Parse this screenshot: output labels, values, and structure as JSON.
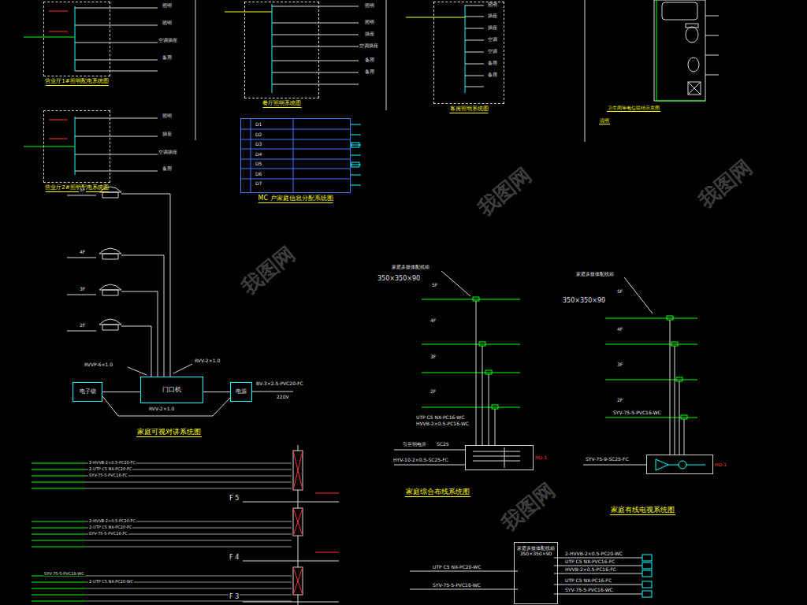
{
  "diagram": {
    "nodes": [
      {
        "text": [
          "营业厅1#照明配电系统图"
        ]
      },
      {
        "text": [
          "营业厅2#照明配电系统图"
        ]
      },
      {
        "text": [
          "餐厅照明系统图"
        ]
      },
      {
        "text": [
          "客房照明系统图"
        ]
      },
      {
        "text": [
          "MC 户家庭信息分配系统图"
        ]
      },
      {
        "text": [
          "电子锁"
        ]
      },
      {
        "text": [
          "门口机"
        ]
      },
      {
        "text": [
          "电源"
        ]
      },
      {
        "text": [
          "HD-1"
        ]
      },
      {
        "text": [
          "HD-1"
        ]
      },
      {
        "text": [
          "家庭多媒体配线箱",
          "350×350×90"
        ]
      }
    ],
    "edges": [
      {
        "from": 5,
        "to": 6,
        "arrow": "none"
      },
      {
        "from": 6,
        "to": 7,
        "arrow": "none"
      }
    ],
    "labels": [
      "照明",
      "照明",
      "空调插座",
      "备用",
      "照明",
      "插座",
      "空调插座",
      "备用",
      "照明",
      "照明",
      "插座",
      "空调插座",
      "备用",
      "备用",
      "照明",
      "插座",
      "插座",
      "空调",
      "空调",
      "备用",
      "备用",
      "卫生间等电位联结示意图",
      "说明",
      "D1",
      "D2",
      "D3",
      "D4",
      "D5",
      "D6",
      "D7",
      "5F",
      "4F",
      "3F",
      "2F",
      "RVVP-6×1.0",
      "RVV-2×1.0",
      "BV-3×2.5-PVC20-FC",
      "220V",
      "RVV-2×1.0",
      "家庭可视对讲系统图",
      "家庭多媒体配线箱",
      "350×350×90",
      "5F",
      "4F",
      "3F",
      "2F",
      "UTP C5 NX-PC16-WC",
      "HVVB-2×0.5-PC16-WC",
      "引至弱电井",
      "SC25",
      "HYV-10-2×0.5-SC25-FC",
      "家庭综合布线系统图",
      "家庭多媒体配线箱",
      "350×350×90",
      "5F",
      "4F",
      "3F",
      "2F",
      "SYV-75-5-PVC16-WC",
      "SYV-75-9-SC25-FC",
      "家庭有线电视系统图",
      "F 5",
      "F 4",
      "F 3",
      "2-HVVB-2×0.5-PC20-FC",
      "2-UTP C5 NX-PC20-FC",
      "SYV-75-5-PVC16-FC",
      "2-HVVB-2×0.5-PC20-FC",
      "2-UTP C5 NX-PC20-FC",
      "SYV-75-5-PVC16-FC",
      "SYV-75-5-PVC16-WC",
      "2-UTP C5 NX-PC20-WC",
      "UTP C5 NX-PC20-WC",
      "SYV-75-5-PVC16-WC",
      "2-HVVB-2×0.5-PC20-WC",
      "UTP C5 NX-PVC16-FC",
      "HVVB-2×0.5-PC16-FC",
      "UTP C5 NX-PC16-FC",
      "SYV-75-5-PVC16-WC",
      "我图网",
      "我图网",
      "我图网",
      "我图网"
    ]
  }
}
